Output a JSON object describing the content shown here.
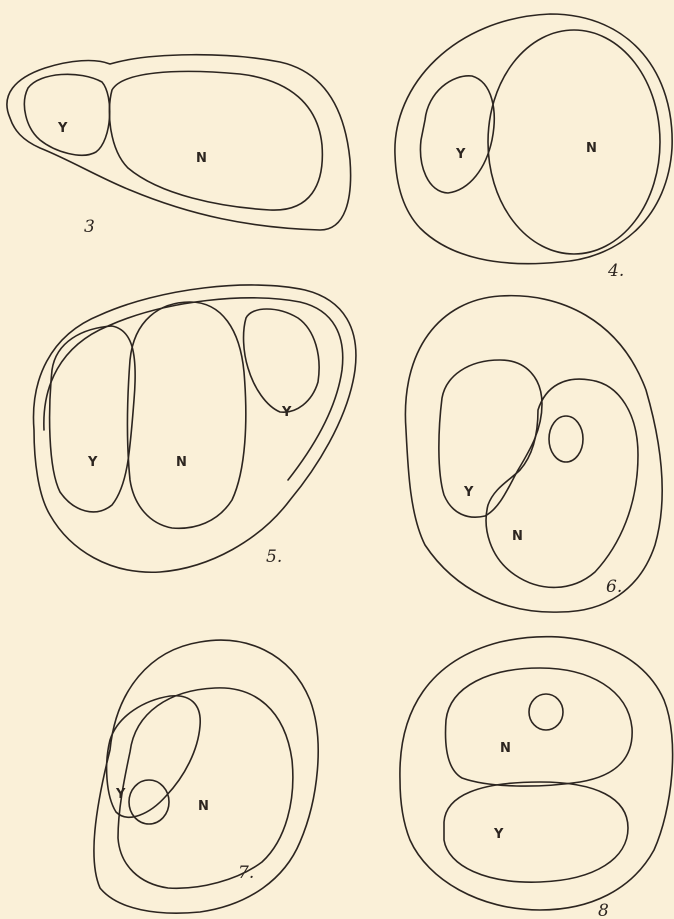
{
  "figures": [
    {
      "number": "3",
      "labels": [
        "Y",
        "N"
      ]
    },
    {
      "number": "4.",
      "labels": [
        "Y",
        "N"
      ]
    },
    {
      "number": "5.",
      "labels": [
        "Y",
        "N",
        "Y"
      ]
    },
    {
      "number": "6.",
      "labels": [
        "Y",
        "N"
      ]
    },
    {
      "number": "7.",
      "labels": [
        "Y",
        "N"
      ]
    },
    {
      "number": "8",
      "labels": [
        "N",
        "Y"
      ]
    }
  ],
  "colors": {
    "background": "#faf0d8",
    "ink": "#2c2520"
  }
}
